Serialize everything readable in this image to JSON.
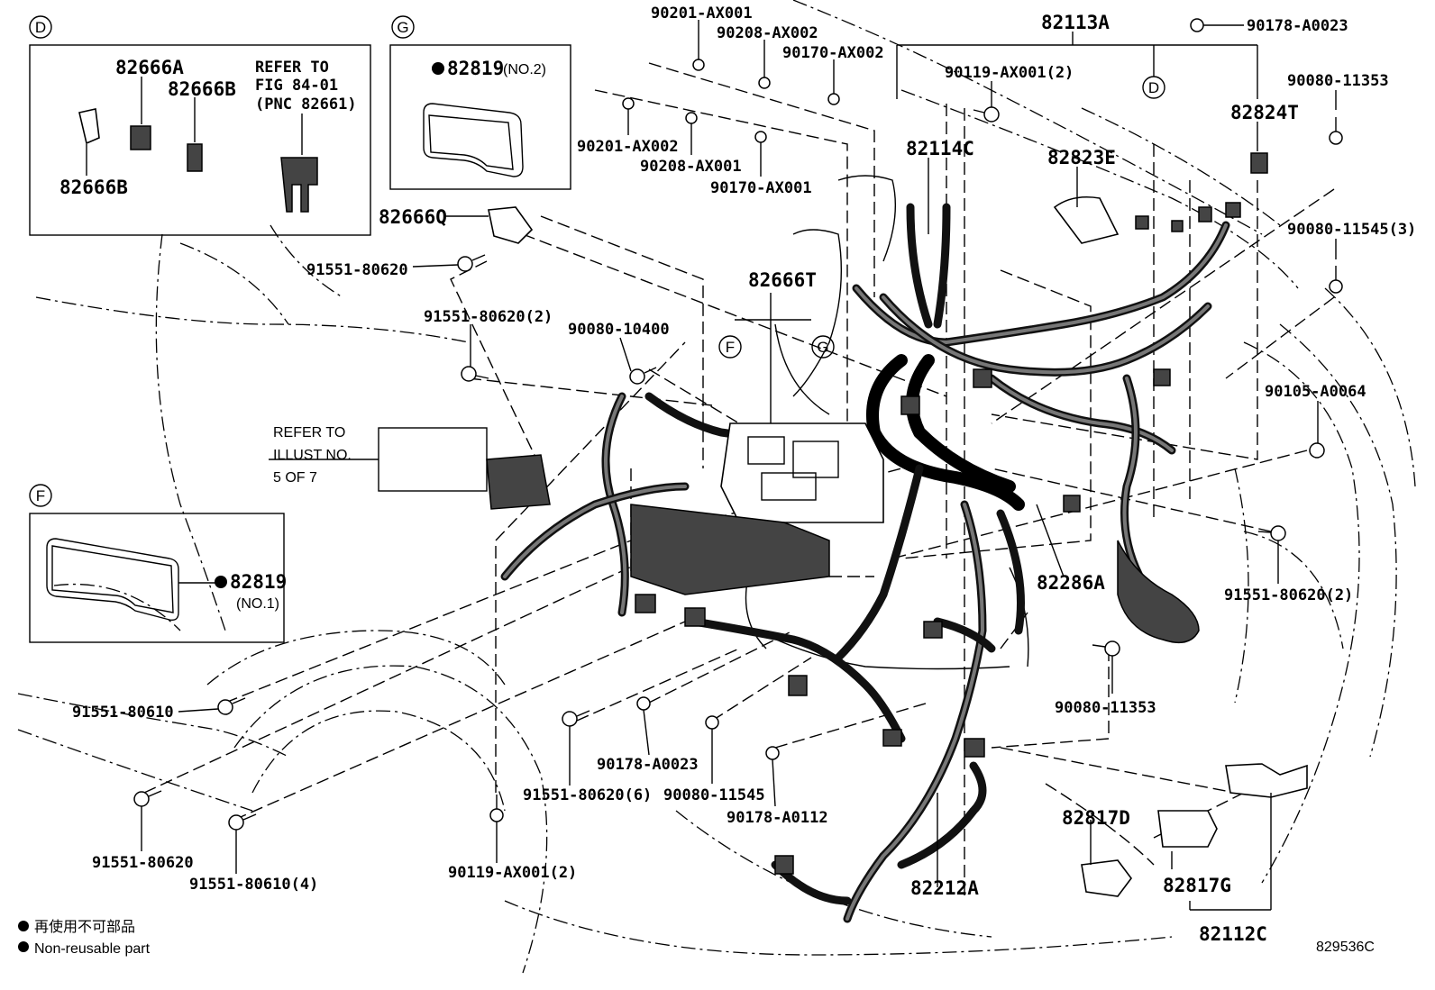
{
  "inset_boxes": {
    "D": {
      "tag": "D",
      "parts": [
        "82666A",
        "82666B",
        "82666B"
      ],
      "refer": [
        "REFER TO",
        "FIG 84-01",
        "(PNC 82661)"
      ]
    },
    "G": {
      "tag": "G",
      "part": "82819",
      "qualifier": "(NO.2)"
    },
    "F": {
      "tag": "F",
      "part": "82819",
      "qualifier": "(NO.1)"
    }
  },
  "part_labels": [
    "90201-AX001",
    "90208-AX002",
    "90170-AX002",
    "90201-AX002",
    "90208-AX001",
    "90170-AX001",
    "82666Q",
    "91551-80620",
    "91551-80620(2)",
    "90080-10400",
    "82666T",
    "82114C",
    "82113A",
    "90178-A0023",
    "90119-AX001(2)",
    "82823E",
    "82824T",
    "90080-11353",
    "90080-11545(3)",
    "90105-A0064",
    "91551-80620(2)",
    "82286A",
    "90080-11353",
    "91551-80610",
    "91551-80620(6)",
    "90178-A0023",
    "90080-11545",
    "90178-A0112",
    "91551-80620",
    "91551-80610(4)",
    "90119-AX001(2)",
    "82212A",
    "82817D",
    "82817G",
    "82112C"
  ],
  "callout_tags": [
    "D",
    "F",
    "G"
  ],
  "refer_illust": [
    "REFER TO",
    "ILLUST NO.",
    "5 OF 7"
  ],
  "legend": {
    "jp": "再使用不可部品",
    "en": "Non-reusable part"
  },
  "figure_id": "829536C"
}
